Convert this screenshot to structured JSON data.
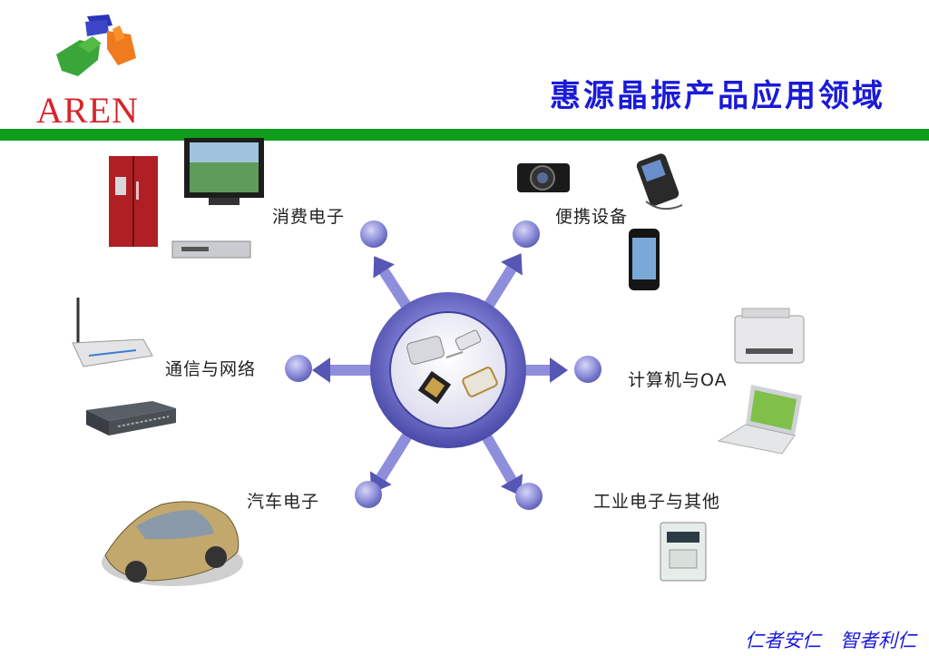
{
  "brand": {
    "name": "AREN"
  },
  "title": "惠源晶振产品应用领域",
  "center": {
    "icon": "crystal-oscillators-icon"
  },
  "categories": [
    {
      "id": "consumer",
      "label": "消费电子",
      "icons": [
        "refrigerator-icon",
        "television-icon",
        "dvd-player-icon"
      ]
    },
    {
      "id": "portable",
      "label": "便携设备",
      "icons": [
        "camera-icon",
        "mp3-player-icon",
        "smartphone-icon"
      ]
    },
    {
      "id": "comm",
      "label": "通信与网络",
      "icons": [
        "wireless-router-icon",
        "network-switch-icon"
      ]
    },
    {
      "id": "computer",
      "label": "计算机与OA",
      "icons": [
        "printer-icon",
        "laptop-icon"
      ]
    },
    {
      "id": "auto",
      "label": "汽车电子",
      "icons": [
        "car-icon"
      ]
    },
    {
      "id": "industrial",
      "label": "工业电子与其他",
      "icons": [
        "electric-meter-icon"
      ]
    }
  ],
  "footer": {
    "motto": "仁者安仁　智者利仁"
  },
  "colors": {
    "title": "#1a1ad8",
    "brand": "#d9242b",
    "bar": "#0f9e1b",
    "node": "#8f8fdb"
  }
}
